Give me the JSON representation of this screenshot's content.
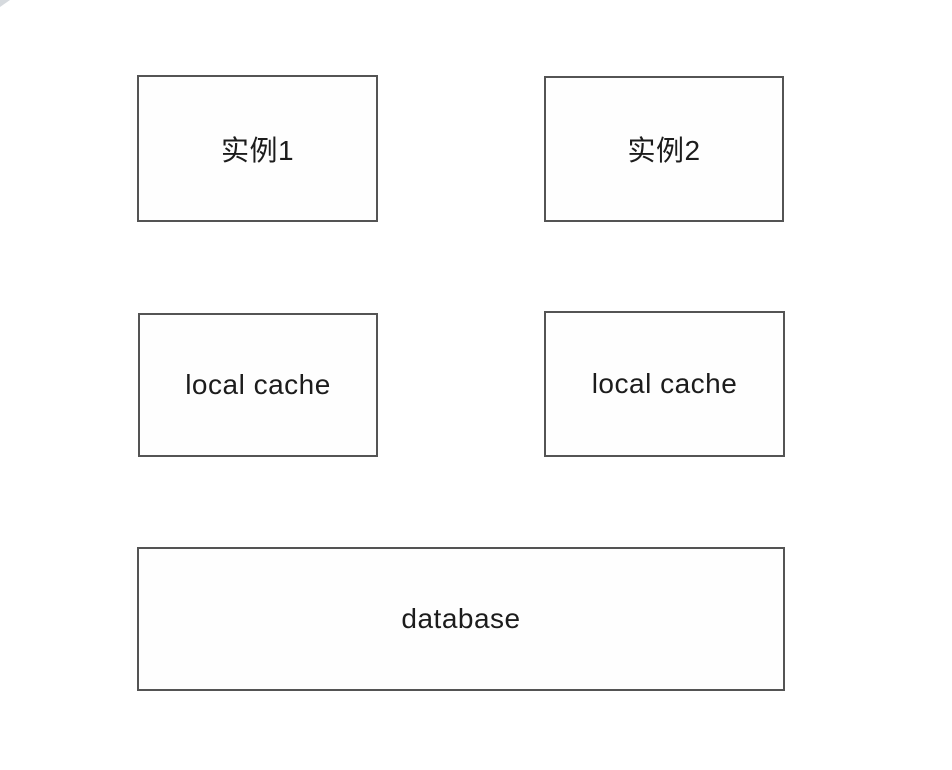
{
  "diagram": {
    "type": "architecture-diagram",
    "colors": {
      "background": "#ffffff",
      "node_border": "#545454",
      "node_fill": "#fefefe",
      "text": "#1c1c1c"
    },
    "nodes": [
      {
        "id": "instance-1",
        "label": "实例1"
      },
      {
        "id": "instance-2",
        "label": "实例2"
      },
      {
        "id": "local-cache-1",
        "label": "local cache"
      },
      {
        "id": "local-cache-2",
        "label": "local cache"
      },
      {
        "id": "database",
        "label": "database"
      }
    ]
  }
}
